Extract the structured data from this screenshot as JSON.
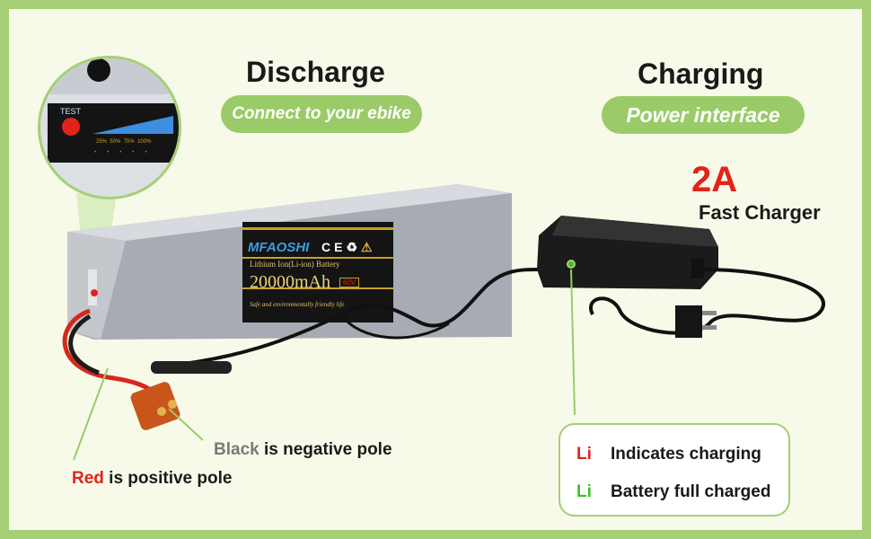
{
  "discharge": {
    "title": "Discharge",
    "subtitle": "Connect to your ebike"
  },
  "charging": {
    "title": "Charging",
    "subtitle": "Power interface"
  },
  "charger": {
    "current": "2A",
    "label": "Fast Charger"
  },
  "battery_label": {
    "brand": "MFAOSHI",
    "type": "Lithium Ion(Li-ion) Battery",
    "capacity": "20000mAh",
    "voltage": "60V",
    "tagline": "Safe and environmentally friendly life",
    "marks": [
      "CE",
      "♻",
      "⚠"
    ]
  },
  "indicator": {
    "test_label": "TEST",
    "levels": [
      "25%",
      "50%",
      "75%",
      "100%"
    ]
  },
  "poles": {
    "black_word": "Black",
    "black_rest": " is negative pole",
    "red_word": "Red",
    "red_rest": " is positive pole"
  },
  "legend": {
    "rows": [
      {
        "li": "Li",
        "text": "Indicates charging",
        "color": "#e2231a"
      },
      {
        "li": "Li",
        "text": "Battery full charged",
        "color": "#3cbf2a"
      }
    ]
  },
  "colors": {
    "accent_green": "#a6cf76",
    "pill_green": "#9acb68",
    "red": "#e2231a"
  }
}
